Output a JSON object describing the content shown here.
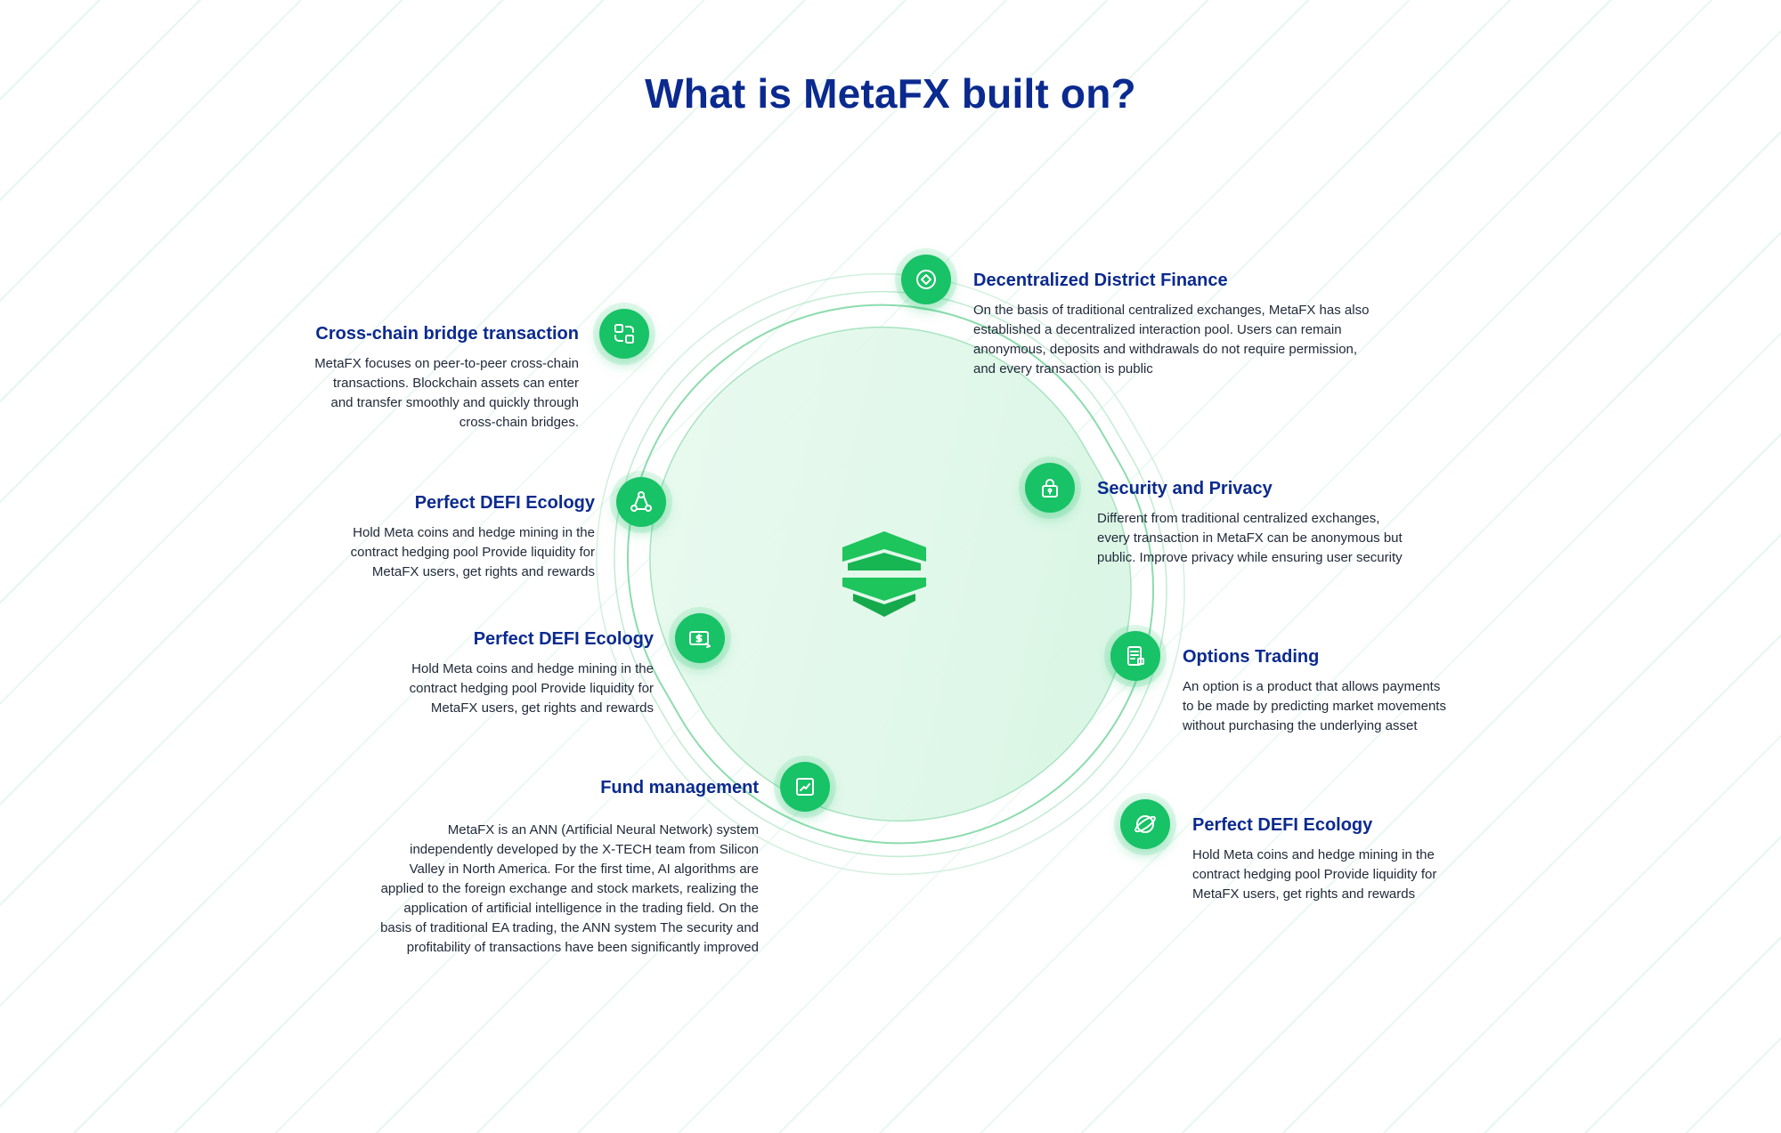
{
  "title": "What is MetaFX built on?",
  "colors": {
    "accent": "#18c266",
    "heading": "#0b2a8f",
    "text": "#222a3a"
  },
  "left_items": [
    {
      "icon": "cross-chain-icon",
      "title": "Cross-chain bridge transaction",
      "lines": [
        "MetaFX focuses on peer-to-peer cross-chain",
        "transactions. Blockchain assets can enter",
        "and transfer smoothly and quickly through",
        "cross-chain bridges."
      ]
    },
    {
      "icon": "network-icon",
      "title": "Perfect DEFI Ecology",
      "lines": [
        "Hold Meta coins and hedge mining in the",
        "contract hedging pool Provide liquidity for",
        "MetaFX users, get rights and rewards"
      ]
    },
    {
      "icon": "money-icon",
      "title": "Perfect DEFI Ecology",
      "lines": [
        "Hold Meta coins and hedge mining in the",
        "contract hedging pool Provide liquidity for",
        "MetaFX users, get rights and rewards"
      ]
    },
    {
      "icon": "chart-icon",
      "title": "Fund management",
      "lines": [
        "MetaFX is an ANN (Artificial Neural Network) system",
        "independently developed by the X-TECH team from Silicon",
        "Valley in North America. For the first time, AI algorithms are",
        "applied to the foreign exchange and stock markets, realizing the",
        "application of artificial intelligence in the trading field. On the",
        "basis of traditional EA trading, the ANN system The security and",
        "profitability of transactions have been significantly improved"
      ]
    }
  ],
  "right_items": [
    {
      "icon": "diamond-icon",
      "title": "Decentralized District Finance",
      "lines": [
        "On the basis of traditional centralized exchanges, MetaFX has also",
        "established a decentralized interaction pool. Users can remain",
        "anonymous, deposits and withdrawals do not require permission,",
        "and every transaction is public"
      ]
    },
    {
      "icon": "lock-icon",
      "title": "Security and Privacy",
      "lines": [
        "Different from traditional centralized exchanges,",
        "every transaction in MetaFX can be anonymous but",
        "public. Improve privacy while ensuring user security"
      ]
    },
    {
      "icon": "document-icon",
      "title": "Options Trading",
      "lines": [
        "An option is a product that allows payments",
        "to be made by predicting market movements",
        "without purchasing the underlying asset"
      ]
    },
    {
      "icon": "globe-icon",
      "title": "Perfect DEFI Ecology",
      "lines": [
        "Hold Meta coins and hedge mining in the",
        "contract hedging pool Provide liquidity for",
        "MetaFX users, get rights and rewards"
      ]
    }
  ]
}
